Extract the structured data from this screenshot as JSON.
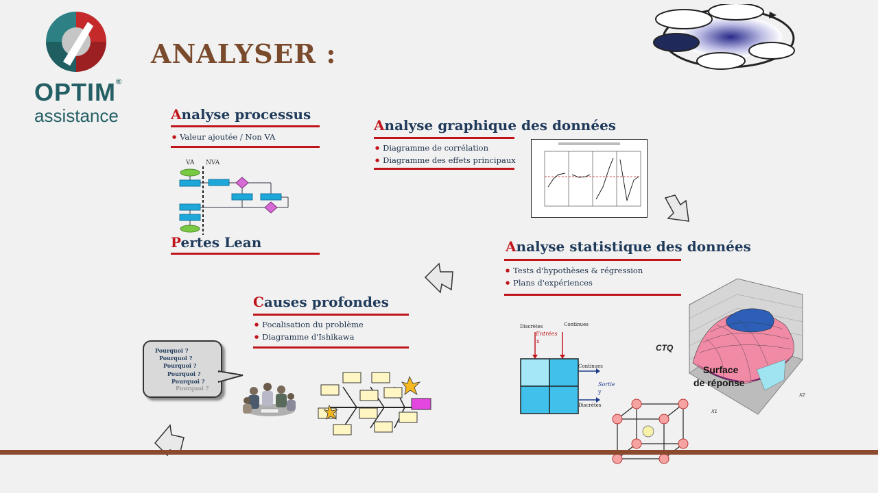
{
  "logo": {
    "brand": "OPTIM",
    "registered": "®",
    "tagline": "assistance"
  },
  "page_title": "ANALYSER :",
  "sections": {
    "processus": {
      "cap": "A",
      "rest": "nalyse processus",
      "items": [
        "Valeur ajoutée / Non VA"
      ],
      "diagram": {
        "va": "VA",
        "nva": "NVA"
      }
    },
    "lean": {
      "cap": "P",
      "rest": "ertes Lean"
    },
    "graphique": {
      "cap": "A",
      "rest": "nalyse graphique des données",
      "items": [
        "Diagramme de corrélation",
        "Diagramme des effets principaux"
      ]
    },
    "statistique": {
      "cap": "A",
      "rest": "nalyse statistique des données",
      "items": [
        "Tests d'hypothèses & régression",
        "Plans d'expériences"
      ]
    },
    "causes": {
      "cap": "C",
      "rest": "auses profondes",
      "items": [
        "Focalisation du problème",
        "Diagramme d'Ishikawa"
      ]
    }
  },
  "bubble": {
    "lines": [
      "Pourquoi ?",
      "Pourquoi ?",
      "Pourquoi ?",
      "Pourquoi ?",
      "Pourquoi ?",
      "Pourquoi ?"
    ]
  },
  "io_diagram": {
    "discretes_top": "Discrètes",
    "continues_top": "Continues",
    "entrees": "Entrées",
    "x": "x",
    "continues_right": "Continues",
    "sortie": "Sortie",
    "y": "y",
    "discretes_right": "Discrètes"
  },
  "surface": {
    "ctq": "CTQ",
    "label_line1": "Surface",
    "label_line2": "de réponse",
    "x1": "X1",
    "x2": "X2"
  },
  "colors": {
    "brown": "#7a4a2c",
    "navy": "#1f3a5a",
    "red": "#c0141b",
    "teal": "#235f64",
    "bar": "#8b4a2e"
  }
}
